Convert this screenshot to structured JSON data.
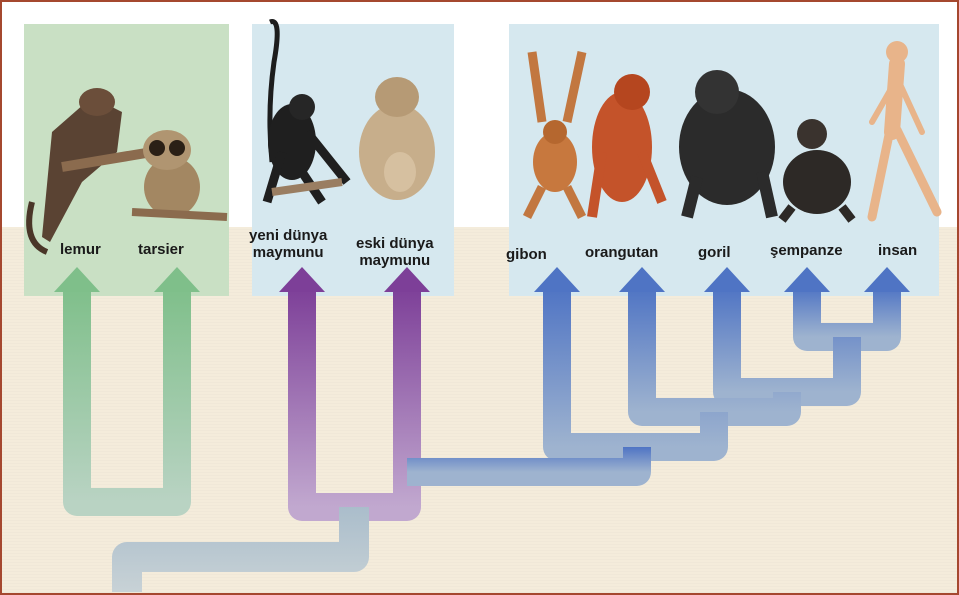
{
  "colors": {
    "frame_border": "#a5482f",
    "background": "#f4ecdb",
    "prosimian_panel": "#c9e0c4",
    "monkey_panel": "#d6e8ef",
    "ape_panel": "#d6e8ef",
    "prosimian_branch": "#7fbf8a",
    "monkey_branch": "#8a4da3",
    "ape_branch": "#5a7fc8",
    "root_branch": "#b7c6cf"
  },
  "groups": [
    {
      "id": "prosimians",
      "color_key": "prosimian_branch",
      "taxa": [
        "lemur",
        "tarsier"
      ]
    },
    {
      "id": "monkeys",
      "color_key": "monkey_branch",
      "taxa": [
        "yeni dünya maymunu",
        "eski dünya maymunu"
      ]
    },
    {
      "id": "apes",
      "color_key": "ape_branch",
      "taxa": [
        "gibon",
        "orangutan",
        "goril",
        "şempanze",
        "insan"
      ]
    }
  ],
  "taxa": {
    "lemur": {
      "label": "lemur",
      "animal_icon": "lemur-icon"
    },
    "tarsier": {
      "label": "tarsier",
      "animal_icon": "tarsier-icon"
    },
    "new_world_monkey": {
      "line1": "yeni dünya",
      "line2": "maymunu",
      "animal_icon": "spider-monkey-icon"
    },
    "old_world_monkey": {
      "line1": "eski dünya",
      "line2": "maymunu",
      "animal_icon": "baboon-icon"
    },
    "gibbon": {
      "label": "gibon",
      "animal_icon": "gibbon-icon"
    },
    "orangutan": {
      "label": "orangutan",
      "animal_icon": "orangutan-icon"
    },
    "gorilla": {
      "label": "goril",
      "animal_icon": "gorilla-icon"
    },
    "chimpanzee": {
      "label": "şempanze",
      "animal_icon": "chimpanzee-icon"
    },
    "human": {
      "label": "insan",
      "animal_icon": "human-icon"
    }
  }
}
